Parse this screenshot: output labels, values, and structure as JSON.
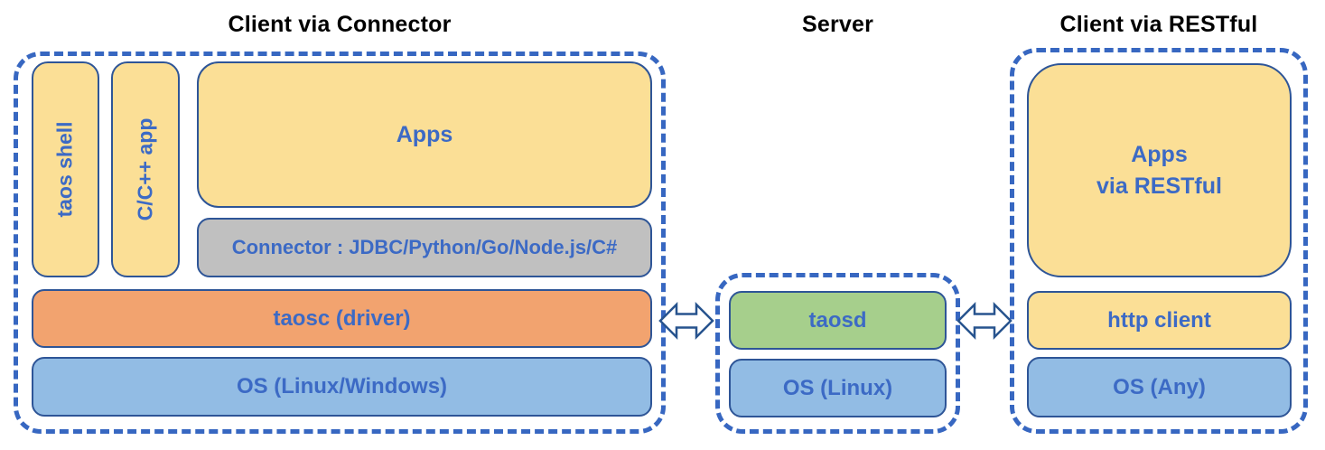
{
  "titles": {
    "connector": "Client via Connector",
    "server": "Server",
    "restful": "Client via RESTful"
  },
  "connector_section": {
    "taos_shell": "taos shell",
    "cpp_app": "C/C++ app",
    "apps": "Apps",
    "connector": "Connector : JDBC/Python/Go/Node.js/C#",
    "taosc": "taosc (driver)",
    "os": "OS (Linux/Windows)"
  },
  "server_section": {
    "taosd": "taosd",
    "os": "OS (Linux)"
  },
  "restful_section": {
    "apps_line1": "Apps",
    "apps_line2": "via RESTful",
    "http_client": "http client",
    "os": "OS (Any)"
  },
  "icons": {
    "left_arrow": "double-headed-arrow",
    "right_arrow": "double-headed-arrow"
  },
  "colors": {
    "box_yellow": "#FBDF96",
    "box_orange": "#F2A36F",
    "box_blue": "#92BCE4",
    "box_green": "#A6CF8C",
    "box_gray": "#C0C0C0",
    "box_border": "#2E5597",
    "dashed_border": "#3767C1",
    "label_blue": "#3C6AC5",
    "title_black": "#000000"
  }
}
